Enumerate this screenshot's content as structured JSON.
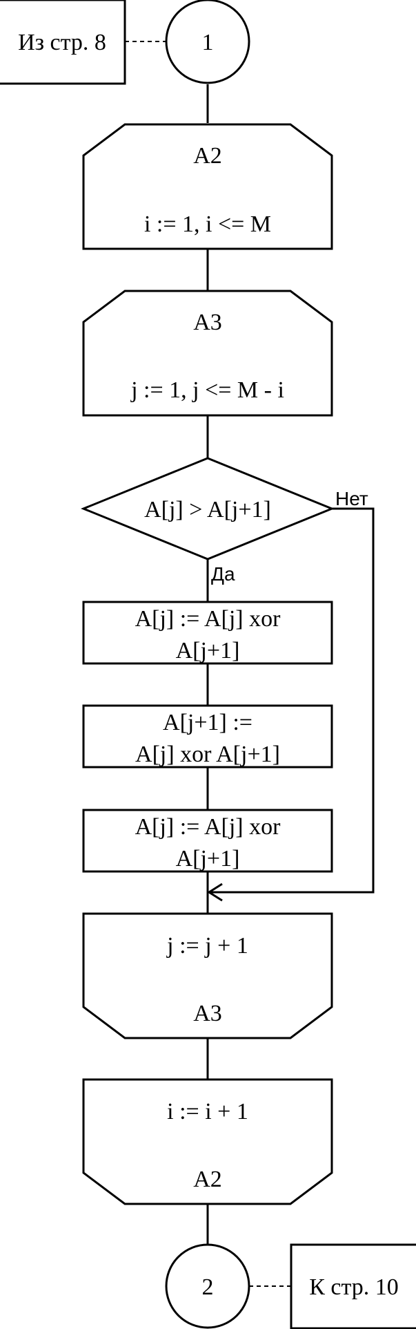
{
  "connector_in": {
    "label": "1",
    "ref": "Из стр. 8"
  },
  "loop_a2_start": {
    "name": "A2",
    "condition": "i := 1, i <= M"
  },
  "loop_a3_start": {
    "name": "A3",
    "condition": "j := 1, j <= M - i"
  },
  "decision": {
    "text": "A[j] > A[j+1]",
    "yes": "Да",
    "no": "Нет"
  },
  "step1": {
    "line1": "A[j] := A[j] xor",
    "line2": "A[j+1]"
  },
  "step2": {
    "line1": "A[j+1] :=",
    "line2": "A[j] xor A[j+1]"
  },
  "step3": {
    "line1": "A[j] := A[j] xor",
    "line2": "A[j+1]"
  },
  "loop_a3_end": {
    "update": "j := j + 1",
    "name": "A3"
  },
  "loop_a2_end": {
    "update": "i := i + 1",
    "name": "A2"
  },
  "connector_out": {
    "label": "2",
    "ref": "К стр. 10"
  }
}
